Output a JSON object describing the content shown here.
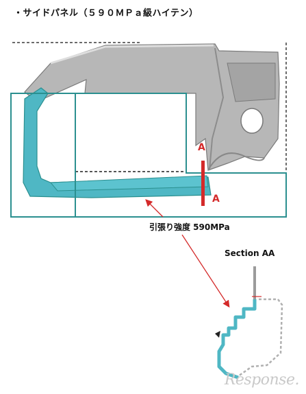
{
  "heading": "・サイドパネル（５９０ＭＰａ級ハイテン）",
  "section_marker_label": "A",
  "strength_label": "引張り強度 590MPa",
  "section_title": "Section AA",
  "watermark": "Response.",
  "colors": {
    "high_tensile": "#4fb7c4",
    "body_grey": "#9b9b9b",
    "frame_line": "#2a8f8f",
    "marker": "#d42a2a",
    "dashed": "#6b6b6b"
  },
  "icons": [
    "section-cut-marker",
    "leader-arrow"
  ]
}
